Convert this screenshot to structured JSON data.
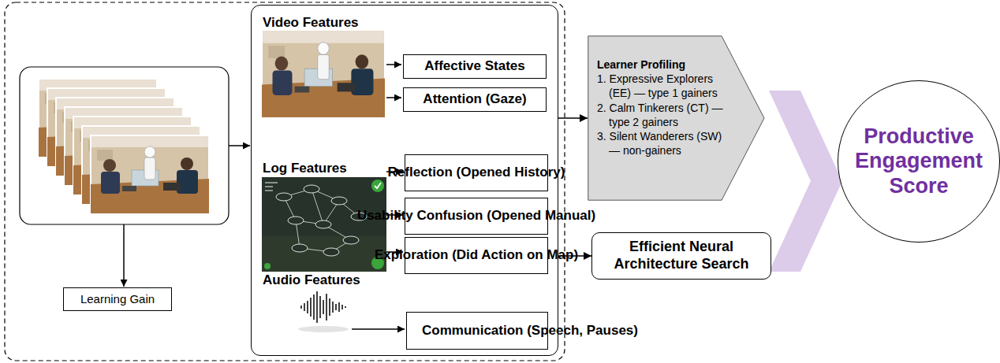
{
  "diagram": {
    "nodes": [
      {
        "text": [
          "Learning Gain"
        ]
      },
      {
        "text": [
          "Video Features",
          "Log Features",
          "Audio Features"
        ]
      },
      {
        "text": [
          "Affective States"
        ],
        "in": 1
      },
      {
        "text": [
          "Attention (Gaze)"
        ],
        "in": 1
      },
      {
        "text": [
          "Reflection (Opened History)"
        ],
        "in": 1
      },
      {
        "text": [
          "Usability Confusion (Opened Manual)"
        ],
        "in": 1
      },
      {
        "text": [
          "Exploration (Did Action on Map)"
        ],
        "in": 1
      },
      {
        "text": [
          "Communication (Speech, Pauses)"
        ],
        "in": 1
      },
      {
        "text": [
          "Learner Profiling",
          "1. Expressive Explorers (EE) — type 1 gainers",
          "2. Calm Tinkerers (CT) — type 2 gainers",
          "3. Silent Wanderers (SW) — non-gainers"
        ]
      },
      {
        "text": [
          "Efficient Neural Architecture Search"
        ]
      },
      {
        "text": [
          "Productive Engagement Score"
        ]
      }
    ],
    "edges": [
      {
        "from": 1,
        "to": 8,
        "arrow": "to"
      },
      {
        "from": 1,
        "to": 9,
        "arrow": "to"
      }
    ]
  }
}
